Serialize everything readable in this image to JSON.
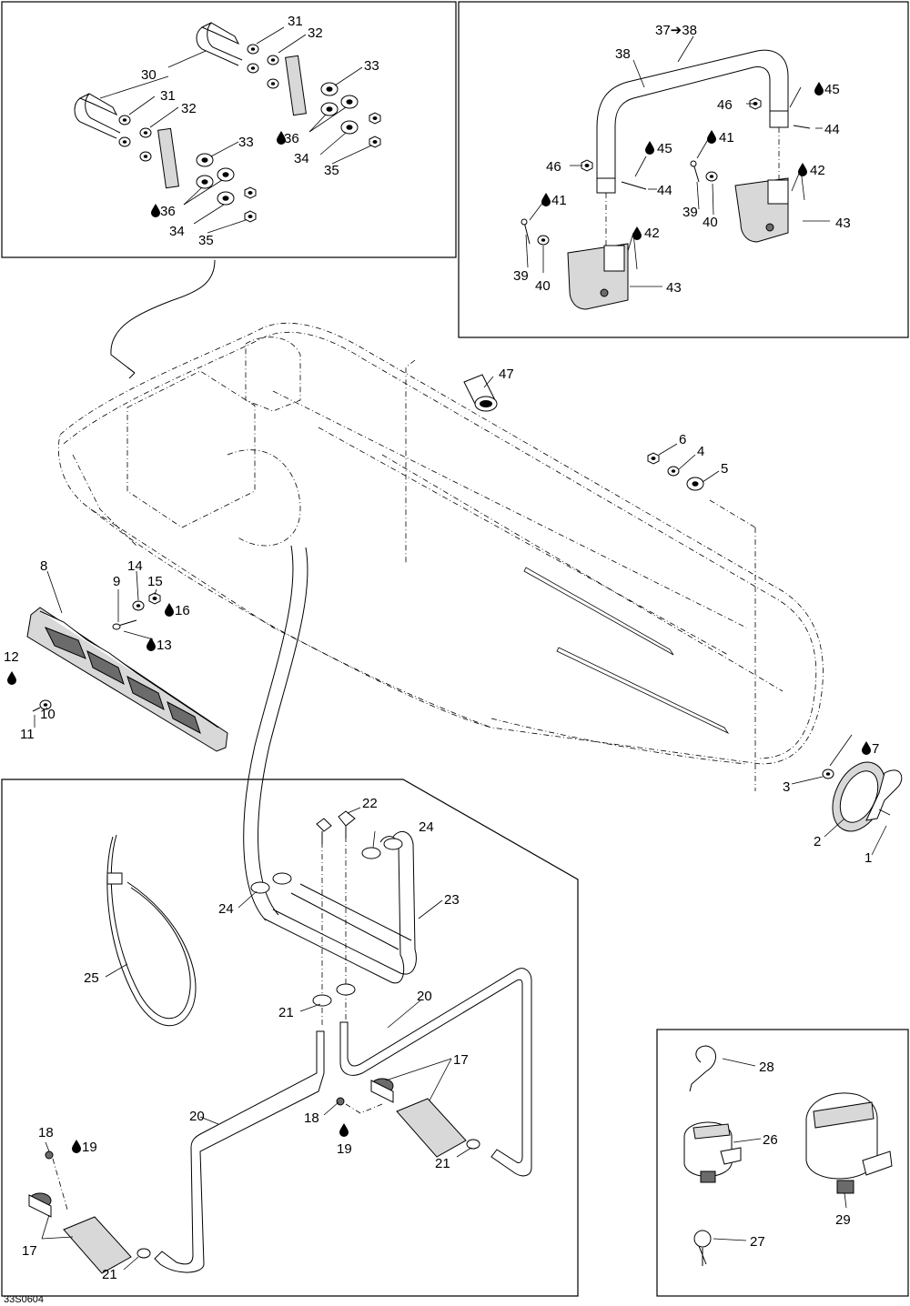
{
  "callouts": [
    {
      "id": "c1",
      "text": "1"
    },
    {
      "id": "c2",
      "text": "2"
    },
    {
      "id": "c3",
      "text": "3"
    },
    {
      "id": "c4",
      "text": "4"
    },
    {
      "id": "c5",
      "text": "5"
    },
    {
      "id": "c6",
      "text": "6"
    },
    {
      "id": "c7",
      "text": "7"
    },
    {
      "id": "c8",
      "text": "8"
    },
    {
      "id": "c9",
      "text": "9"
    },
    {
      "id": "c10",
      "text": "10"
    },
    {
      "id": "c11",
      "text": "11"
    },
    {
      "id": "c12",
      "text": "12"
    },
    {
      "id": "c13",
      "text": "13"
    },
    {
      "id": "c14",
      "text": "14"
    },
    {
      "id": "c15",
      "text": "15"
    },
    {
      "id": "c16",
      "text": "16"
    },
    {
      "id": "c17a",
      "text": "17"
    },
    {
      "id": "c17b",
      "text": "17"
    },
    {
      "id": "c18a",
      "text": "18"
    },
    {
      "id": "c18b",
      "text": "18"
    },
    {
      "id": "c19a",
      "text": "19"
    },
    {
      "id": "c19b",
      "text": "19"
    },
    {
      "id": "c20a",
      "text": "20"
    },
    {
      "id": "c20b",
      "text": "20"
    },
    {
      "id": "c21a",
      "text": "21"
    },
    {
      "id": "c21b",
      "text": "21"
    },
    {
      "id": "c21c",
      "text": "21"
    },
    {
      "id": "c22",
      "text": "22"
    },
    {
      "id": "c23",
      "text": "23"
    },
    {
      "id": "c24a",
      "text": "24"
    },
    {
      "id": "c24b",
      "text": "24"
    },
    {
      "id": "c25",
      "text": "25"
    },
    {
      "id": "c26",
      "text": "26"
    },
    {
      "id": "c27",
      "text": "27"
    },
    {
      "id": "c28",
      "text": "28"
    },
    {
      "id": "c29",
      "text": "29"
    },
    {
      "id": "c30",
      "text": "30"
    },
    {
      "id": "c31a",
      "text": "31"
    },
    {
      "id": "c31b",
      "text": "31"
    },
    {
      "id": "c32a",
      "text": "32"
    },
    {
      "id": "c32b",
      "text": "32"
    },
    {
      "id": "c33a",
      "text": "33"
    },
    {
      "id": "c33b",
      "text": "33"
    },
    {
      "id": "c34a",
      "text": "34"
    },
    {
      "id": "c34b",
      "text": "34"
    },
    {
      "id": "c35a",
      "text": "35"
    },
    {
      "id": "c35b",
      "text": "35"
    },
    {
      "id": "c36a",
      "text": "36"
    },
    {
      "id": "c36b",
      "text": "36"
    },
    {
      "id": "c3738",
      "text": "37➔38"
    },
    {
      "id": "c38",
      "text": "38"
    },
    {
      "id": "c39a",
      "text": "39"
    },
    {
      "id": "c39b",
      "text": "39"
    },
    {
      "id": "c40a",
      "text": "40"
    },
    {
      "id": "c40b",
      "text": "40"
    },
    {
      "id": "c41a",
      "text": "41"
    },
    {
      "id": "c41b",
      "text": "41"
    },
    {
      "id": "c42a",
      "text": "42"
    },
    {
      "id": "c42b",
      "text": "42"
    },
    {
      "id": "c43a",
      "text": "43"
    },
    {
      "id": "c43b",
      "text": "43"
    },
    {
      "id": "c44a",
      "text": "44"
    },
    {
      "id": "c44b",
      "text": "44"
    },
    {
      "id": "c45a",
      "text": "45"
    },
    {
      "id": "c45b",
      "text": "45"
    },
    {
      "id": "c46a",
      "text": "46"
    },
    {
      "id": "c46b",
      "text": "46"
    },
    {
      "id": "c47",
      "text": "47"
    }
  ],
  "drawing_ref": "33S0604",
  "icons": {
    "adhesive": "drop-icon"
  }
}
